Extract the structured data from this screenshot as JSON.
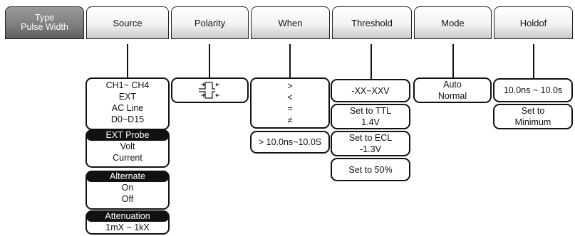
{
  "tabs": {
    "type": [
      "Type",
      "Pulse Width"
    ],
    "source": "Source",
    "polarity": "Polarity",
    "when": "When",
    "threshold": "Threshold",
    "mode": "Mode",
    "holdof": "Holdof"
  },
  "source": {
    "channels": [
      "CH1~ CH4",
      "EXT",
      "AC Line",
      "D0~D15"
    ],
    "ext_probe": {
      "header": "EXT Probe",
      "options": [
        "Volt",
        "Current"
      ]
    },
    "alternate": {
      "header": "Alternate",
      "options": [
        "On",
        "Off"
      ]
    },
    "attenuation": {
      "header": "Attenuation",
      "range": "1mX ~ 1kX"
    }
  },
  "polarity": {
    "icons": [
      "positive-pulse-icon",
      "negative-pulse-icon"
    ]
  },
  "when": {
    "operators": [
      ">",
      "<",
      "=",
      "≠"
    ],
    "range": "> 10.0ns~10.0S"
  },
  "threshold": {
    "range": "-XX~XXV",
    "ttl": [
      "Set to TTL",
      "1.4V"
    ],
    "ecl": [
      "Set to ECL",
      "-1.3V"
    ],
    "fifty": "Set to 50%"
  },
  "mode": {
    "options": [
      "Auto",
      "Normal"
    ]
  },
  "holdof": {
    "range": "10.0ns ~ 10.0s",
    "minimum": [
      "Set to",
      "Minimum"
    ]
  },
  "colors": {
    "line": "#111111",
    "type_tab": "#7d7d7d",
    "header_bg": "#111111"
  }
}
